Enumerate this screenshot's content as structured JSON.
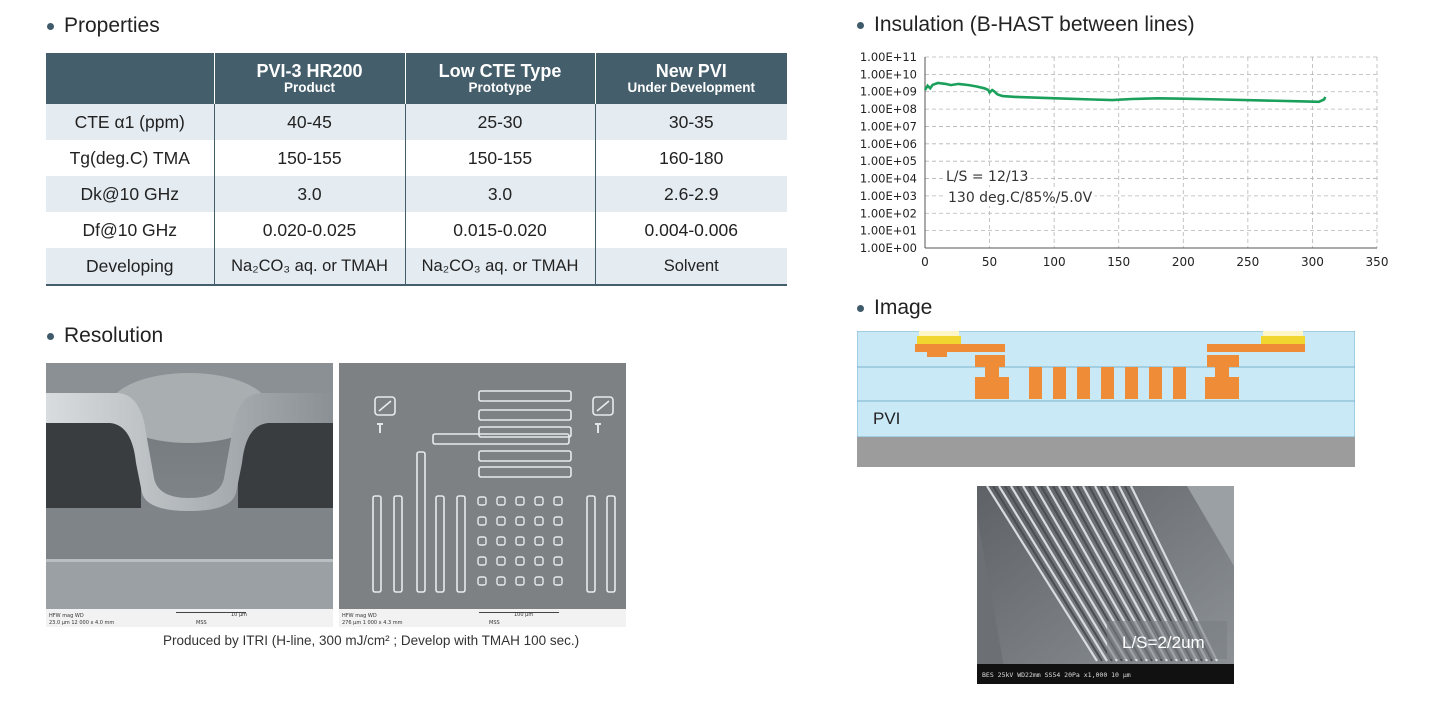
{
  "sections": {
    "properties": "Properties",
    "resolution": "Resolution",
    "insulation": "Insulation (B-HAST between lines)",
    "image": "Image"
  },
  "table": {
    "columns": [
      {
        "title": "",
        "sub": ""
      },
      {
        "title": "PVI-3 HR200",
        "sub": "Product"
      },
      {
        "title": "Low CTE Type",
        "sub": "Prototype"
      },
      {
        "title": "New PVI",
        "sub": "Under Development"
      }
    ],
    "rows": [
      {
        "label": "CTE α1 (ppm)",
        "values": [
          "40-45",
          "25-30",
          "30-35"
        ]
      },
      {
        "label": "Tg(deg.C) TMA",
        "values": [
          "150-155",
          "150-155",
          "160-180"
        ]
      },
      {
        "label": "Dk@10 GHz",
        "values": [
          "3.0",
          "3.0",
          "2.6-2.9"
        ]
      },
      {
        "label": "Df@10 GHz",
        "values": [
          "0.020-0.025",
          "0.015-0.020",
          "0.004-0.006"
        ]
      },
      {
        "label": "Developing",
        "values": [
          "Na₂CO₃ aq. or TMAH",
          "Na₂CO₃ aq. or TMAH",
          "Solvent"
        ]
      }
    ]
  },
  "caption": "Produced by ITRI (H-line, 300 mJ/cm² ;  Develop with TMAH 100 sec.)",
  "sem_left_bar": {
    "scale": "10 μm",
    "fields": [
      "HFW",
      "mag",
      "WD",
      "23.0 μm",
      "12 000 x",
      "4.0 mm",
      "MSS"
    ]
  },
  "sem_right_bar": {
    "scale": "100 μm",
    "fields": [
      "HFW",
      "mag",
      "WD",
      "276 μm",
      "1 000 x",
      "4.3 mm",
      "MSS"
    ]
  },
  "cross_section_label": "PVI",
  "ls_label": "L/S=2/2um",
  "sem_bottom_bar": "BES  25kV    WD22mm    SS54   20Pa   x1,000    10 μm",
  "chart_data": {
    "type": "line",
    "title": "Insulation (B-HAST between lines)",
    "xlabel": "",
    "ylabel": "",
    "xlim": [
      0,
      350
    ],
    "ylim": [
      0,
      11
    ],
    "y_scale": "log",
    "x_ticks": [
      "0",
      "50",
      "100",
      "150",
      "200",
      "250",
      "300",
      "350"
    ],
    "y_ticks": [
      "1.00E+00",
      "1.00E+01",
      "1.00E+02",
      "1.00E+03",
      "1.00E+04",
      "1.00E+05",
      "1.00E+06",
      "1.00E+07",
      "1.00E+08",
      "1.00E+09",
      "1.00E+10",
      "1.00E+11"
    ],
    "grid": true,
    "annotations": [
      "L/S = 12/13",
      "130 deg.C/85%/5.0V"
    ],
    "series": [
      {
        "color": "#1aa05a",
        "x": [
          0,
          2,
          4,
          6,
          10,
          16,
          20,
          26,
          34,
          40,
          46,
          49,
          50,
          52,
          54,
          56,
          60,
          70,
          90,
          110,
          130,
          145,
          160,
          180,
          200,
          230,
          260,
          290,
          305,
          309,
          310
        ],
        "y": [
          9.1,
          9.35,
          9.2,
          9.4,
          9.5,
          9.45,
          9.38,
          9.45,
          9.38,
          9.3,
          9.2,
          9.1,
          8.95,
          9.1,
          9.0,
          8.85,
          8.75,
          8.7,
          8.65,
          8.6,
          8.55,
          8.52,
          8.58,
          8.62,
          8.6,
          8.55,
          8.5,
          8.45,
          8.42,
          8.55,
          8.7
        ]
      }
    ]
  }
}
